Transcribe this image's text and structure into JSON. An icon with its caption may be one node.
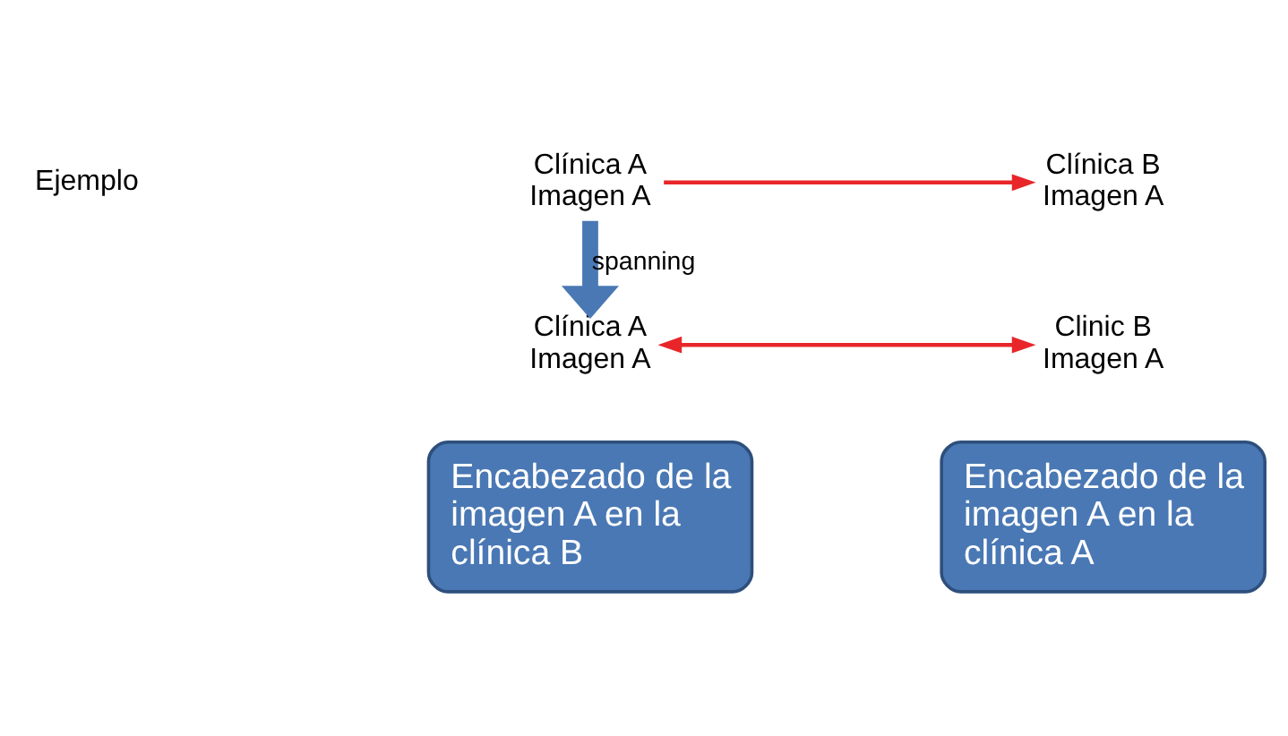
{
  "diagram": {
    "nodes": [
      {
        "text": [
          "Clínica A",
          "Imagen A"
        ]
      },
      {
        "text": [
          "Clínica B",
          "Imagen A"
        ]
      },
      {
        "text": [
          "Clínica A",
          "Imagen A"
        ]
      },
      {
        "text": [
          "Clinic B",
          "Imagen A"
        ]
      },
      {
        "text": [
          "Encabezado de la imagen A en la clínica B"
        ]
      },
      {
        "text": [
          "Encabezado de la imagen A en la clínica A"
        ]
      }
    ],
    "edges": [
      {
        "from": 0,
        "to": 1,
        "arrow": "to"
      },
      {
        "from": 0,
        "to": 2,
        "arrow": "to",
        "label": "spanning",
        "style": "thick",
        "color": "#4a78b4"
      },
      {
        "from": 2,
        "to": 3,
        "arrow": "both"
      }
    ],
    "labels": [
      "Ejemplo"
    ]
  }
}
